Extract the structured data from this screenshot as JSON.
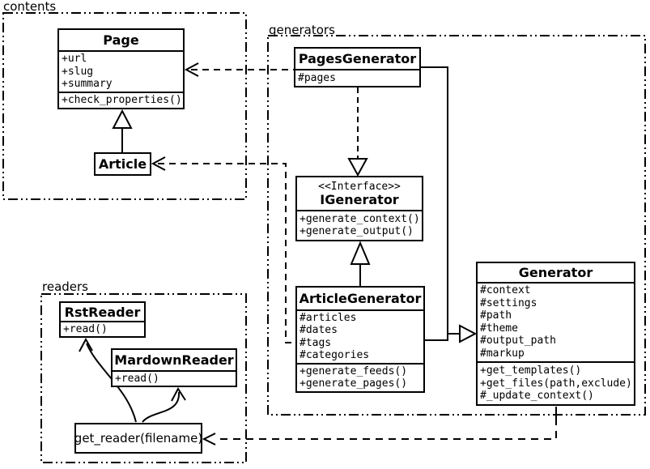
{
  "packages": {
    "contents": {
      "label": "contents"
    },
    "generators": {
      "label": "generators"
    },
    "readers": {
      "label": "readers"
    }
  },
  "classes": {
    "page": {
      "name": "Page",
      "attributes": [
        "+url",
        "+slug",
        "+summary"
      ],
      "methods": [
        "+check_properties()"
      ]
    },
    "article": {
      "name": "Article"
    },
    "pagesGenerator": {
      "name": "PagesGenerator",
      "attributes": [
        "#pages"
      ]
    },
    "iGenerator": {
      "stereotype": "<<Interface>>",
      "name": "IGenerator",
      "methods": [
        "+generate_context()",
        "+generate_output()"
      ]
    },
    "articleGenerator": {
      "name": "ArticleGenerator",
      "attributes": [
        "#articles",
        "#dates",
        "#tags",
        "#categories"
      ],
      "methods": [
        "+generate_feeds()",
        "+generate_pages()"
      ]
    },
    "generator": {
      "name": "Generator",
      "attributes": [
        "#context",
        "#settings",
        "#path",
        "#theme",
        "#output_path",
        "#markup"
      ],
      "methods": [
        "+get_templates()",
        "+get_files(path,exclude)",
        "#_update_context()"
      ]
    },
    "rstReader": {
      "name": "RstReader",
      "methods": [
        "+read()"
      ]
    },
    "mardownReader": {
      "name": "MardownReader",
      "methods": [
        "+read()"
      ]
    },
    "getReader": {
      "label": "get_reader(filename)"
    }
  },
  "colors": {
    "line": "#000000",
    "background": "#ffffff",
    "box_fill": "#ffffff"
  }
}
